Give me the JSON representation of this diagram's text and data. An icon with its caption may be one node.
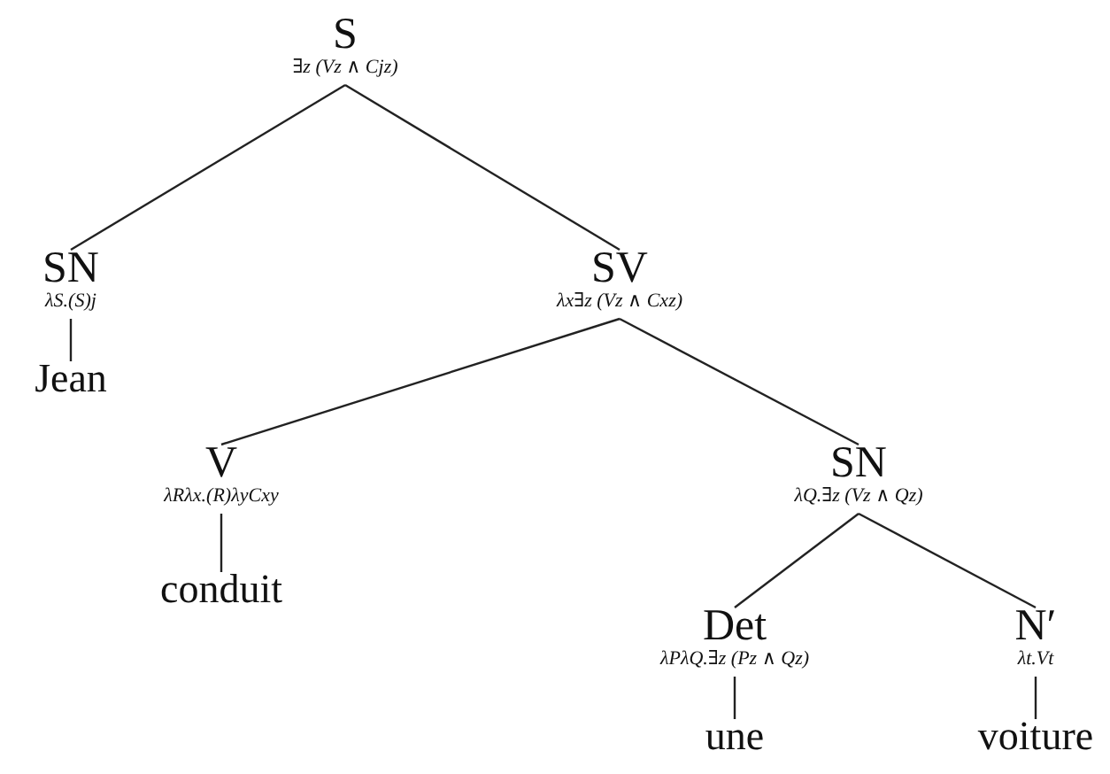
{
  "diagram": {
    "nodes": [
      {
        "text": [
          "S",
          "∃z (Vz ∧ Cjz)"
        ]
      },
      {
        "text": [
          "SN",
          "λS.(S)j"
        ]
      },
      {
        "text": [
          "Jean"
        ]
      },
      {
        "text": [
          "SV",
          "λx∃z (Vz ∧ Cxz)"
        ]
      },
      {
        "text": [
          "V",
          "λRλx.(R)λyCxy"
        ]
      },
      {
        "text": [
          "conduit"
        ]
      },
      {
        "text": [
          "SN",
          "λQ.∃z (Vz ∧ Qz)"
        ]
      },
      {
        "text": [
          "Det",
          "λPλQ.∃z (Pz ∧ Qz)"
        ]
      },
      {
        "text": [
          "une"
        ]
      },
      {
        "text": [
          "N′",
          "λt.Vt"
        ]
      },
      {
        "text": [
          "voiture"
        ]
      }
    ],
    "edges": [
      {
        "from": 0,
        "to": 1,
        "arrow": "none"
      },
      {
        "from": 0,
        "to": 3,
        "arrow": "none"
      },
      {
        "from": 1,
        "to": 2,
        "arrow": "none"
      },
      {
        "from": 3,
        "to": 4,
        "arrow": "none"
      },
      {
        "from": 3,
        "to": 6,
        "arrow": "none"
      },
      {
        "from": 4,
        "to": 5,
        "arrow": "none"
      },
      {
        "from": 6,
        "to": 7,
        "arrow": "none"
      },
      {
        "from": 6,
        "to": 9,
        "arrow": "none"
      },
      {
        "from": 7,
        "to": 8,
        "arrow": "none"
      },
      {
        "from": 9,
        "to": 10,
        "arrow": "none"
      }
    ]
  }
}
